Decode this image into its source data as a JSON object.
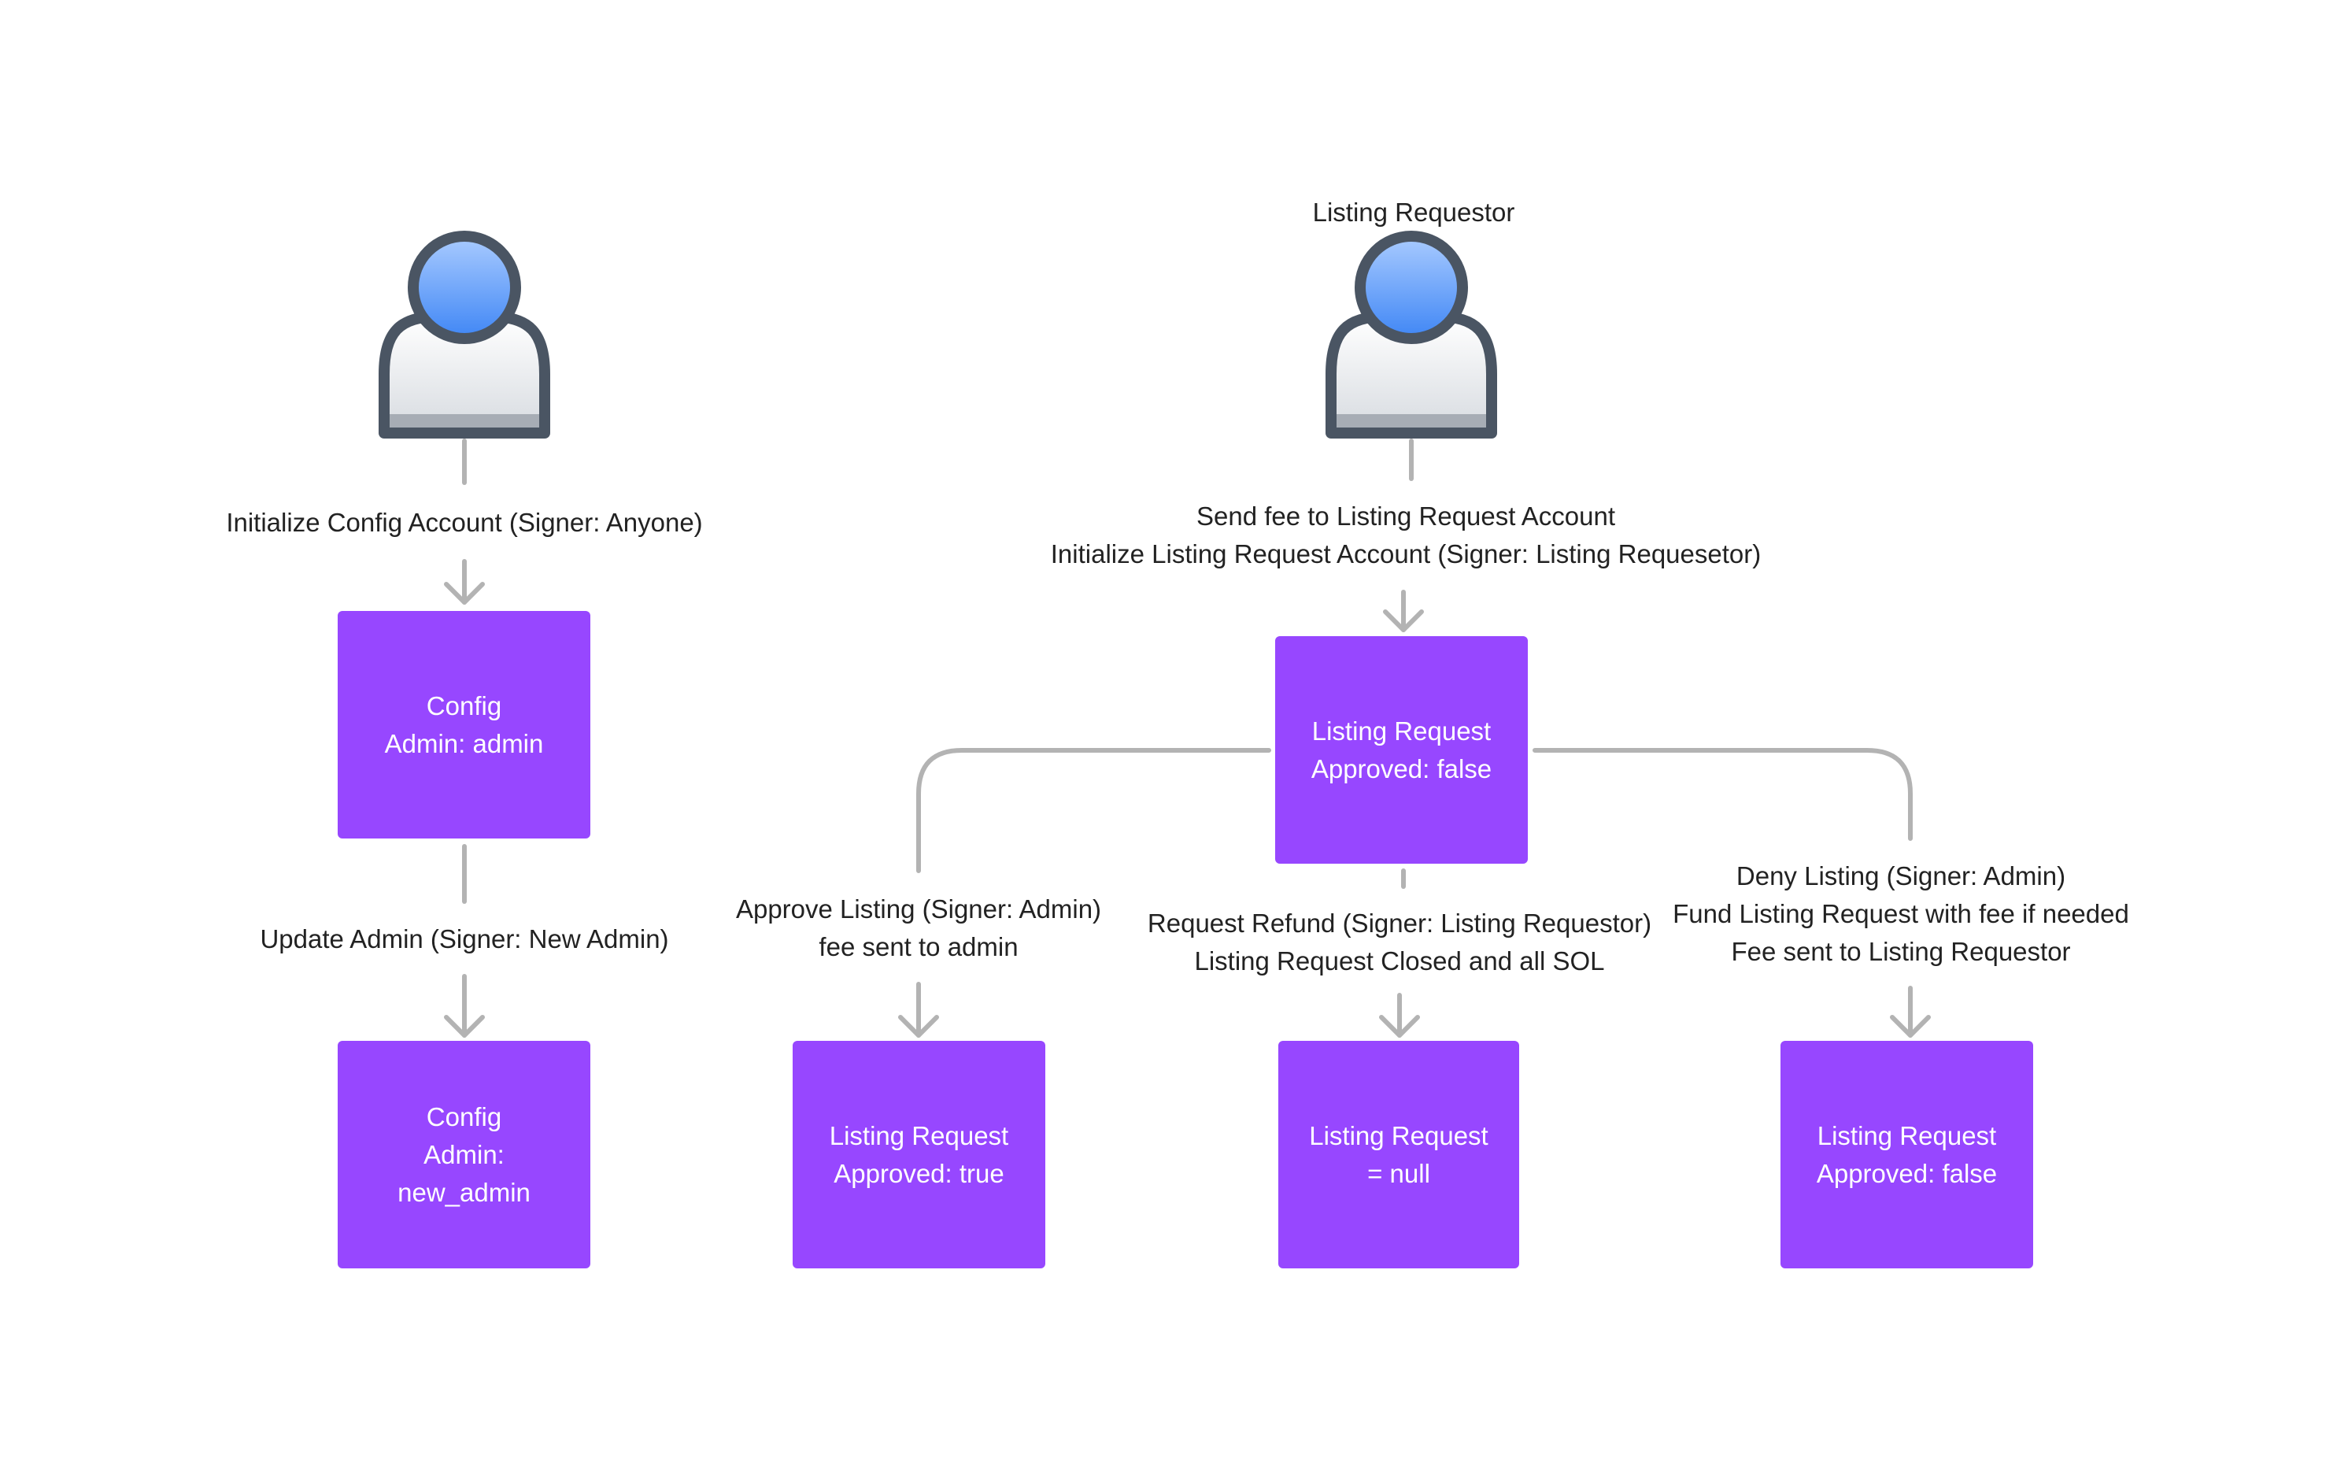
{
  "colors": {
    "box": "#9747ff",
    "connector": "#b3b3b3",
    "actor_head": "#5a9bff",
    "actor_outline": "#4a5563"
  },
  "actors": {
    "left": {
      "label": ""
    },
    "right": {
      "label": "Listing Requestor"
    }
  },
  "labels": {
    "init_config": "Initialize Config Account (Signer: Anyone)",
    "update_admin": "Update Admin (Signer: New Admin)",
    "send_fee": [
      "Send fee to Listing Request Account",
      "Initialize Listing Request Account (Signer: Listing Requesetor)"
    ],
    "approve": [
      "Approve Listing (Signer: Admin)",
      "fee sent to admin"
    ],
    "refund": [
      "Request Refund (Signer: Listing Requestor)",
      "Listing Request Closed and all SOL"
    ],
    "deny": [
      "Deny Listing (Signer: Admin)",
      "Fund Listing Request with fee if needed",
      "Fee sent to Listing Requestor"
    ]
  },
  "boxes": {
    "config": [
      "Config",
      "Admin: admin"
    ],
    "config_new": [
      "Config",
      "Admin:",
      "new_admin"
    ],
    "listing_initial": [
      "Listing Request",
      "Approved: false"
    ],
    "listing_approved": [
      "Listing Request",
      "Approved: true"
    ],
    "listing_null": [
      "Listing Request",
      "= null"
    ],
    "listing_denied": [
      "Listing Request",
      "Approved: false"
    ]
  }
}
